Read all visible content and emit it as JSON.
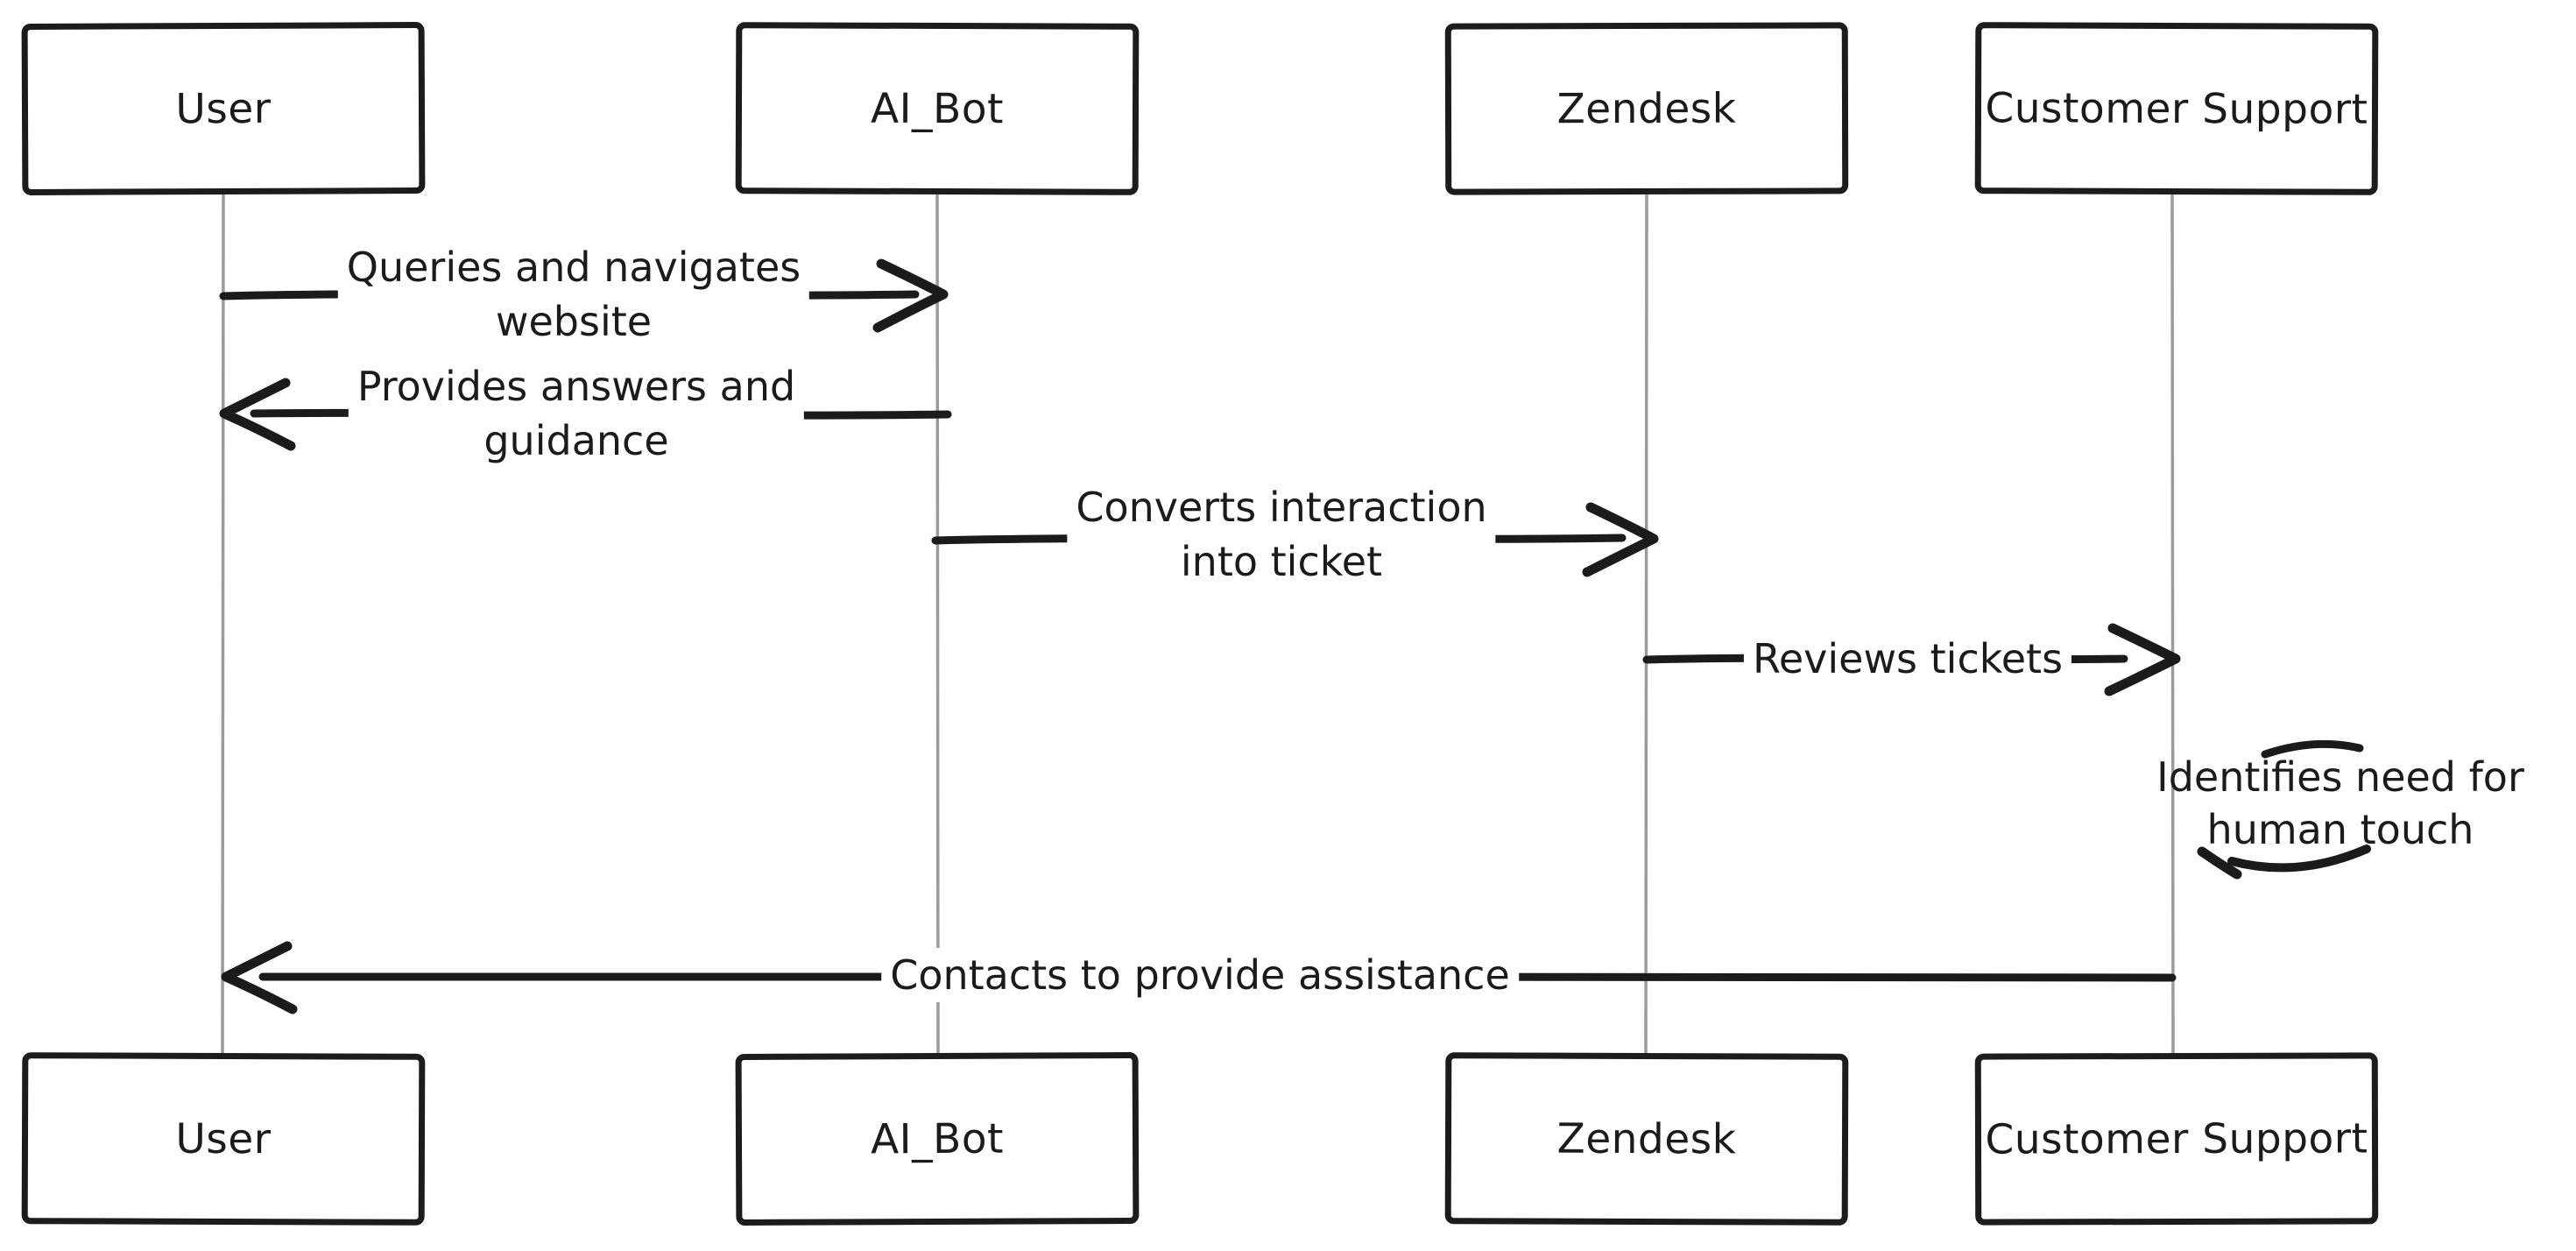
{
  "diagram": {
    "type": "sequence-diagram",
    "style": "hand-drawn",
    "colors": {
      "background": "#ffffff",
      "stroke": "#1b1b1b",
      "lifeline": "#9b9b9b",
      "text": "#1b1b1b"
    },
    "actors": [
      {
        "name": "User"
      },
      {
        "name": "AI_Bot"
      },
      {
        "name": "Zendesk"
      },
      {
        "name": "Customer Support"
      }
    ],
    "messages": [
      {
        "from": "User",
        "to": "AI_Bot",
        "direction": "right",
        "label_line1": "Queries and navigates",
        "label_line2": "website"
      },
      {
        "from": "AI_Bot",
        "to": "User",
        "direction": "left",
        "label_line1": "Provides answers and",
        "label_line2": "guidance"
      },
      {
        "from": "AI_Bot",
        "to": "Zendesk",
        "direction": "right",
        "label_line1": "Converts interaction",
        "label_line2": "into ticket"
      },
      {
        "from": "Zendesk",
        "to": "Customer Support",
        "direction": "right",
        "label": "Reviews tickets"
      },
      {
        "from": "Customer Support",
        "to": "Customer Support",
        "direction": "self",
        "label_line1": "Identifies need for",
        "label_line2": "human touch"
      },
      {
        "from": "Customer Support",
        "to": "User",
        "direction": "left",
        "label": "Contacts to provide assistance"
      }
    ]
  }
}
